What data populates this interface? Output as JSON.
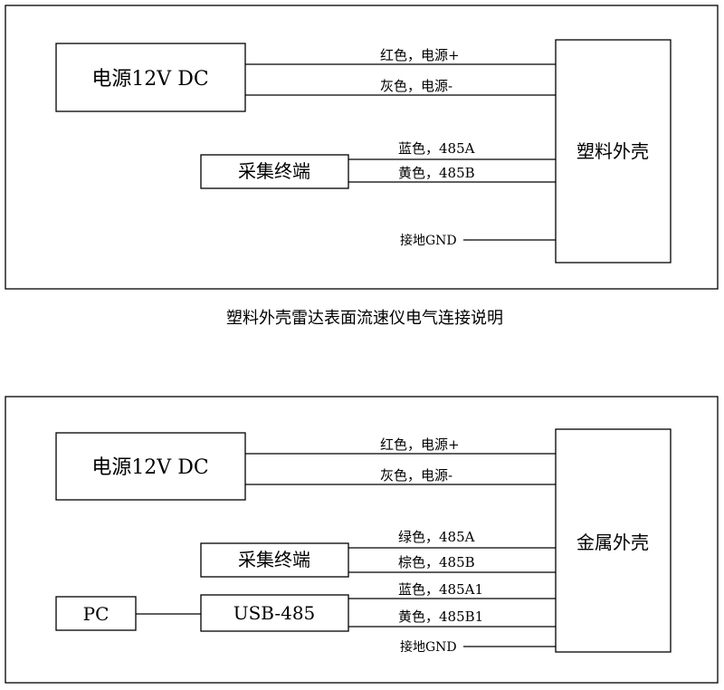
{
  "diagram1": {
    "power_label": "电源12V DC",
    "collector_label": "采集终端",
    "housing_label": "塑料外壳",
    "wires": {
      "red": "红色，电源+",
      "gray": "灰色，电源-",
      "blue": "蓝色，485A",
      "yellow": "黄色，485B",
      "ground": "接地GND"
    }
  },
  "caption1": "塑料外壳雷达表面流速仪电气连接说明",
  "diagram2": {
    "power_label": "电源12V DC",
    "collector_label": "采集终端",
    "pc_label": "PC",
    "usb_label": "USB-485",
    "housing_label": "金属外壳",
    "wires": {
      "red": "红色，电源+",
      "gray": "灰色，电源-",
      "green": "绿色，485A",
      "brown": "棕色，485B",
      "blue": "蓝色，485A1",
      "yellow": "黄色，485B1",
      "ground": "接地GND"
    }
  }
}
